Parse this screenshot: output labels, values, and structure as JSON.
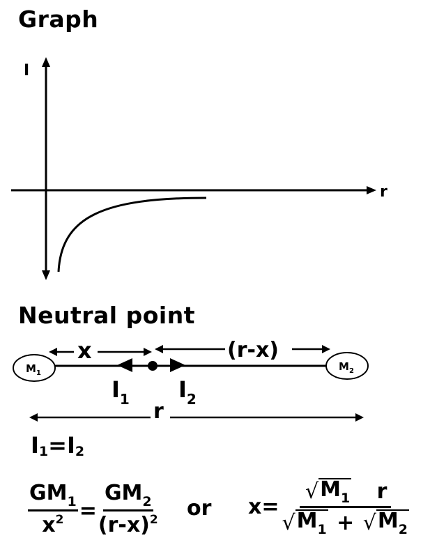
{
  "graph_section": {
    "heading": "Graph",
    "y_axis_label": "I",
    "x_axis_label": "r"
  },
  "neutral_section": {
    "heading": "Neutral point",
    "mass1_label": "M",
    "mass1_sub": "1",
    "mass2_label": "M",
    "mass2_sub": "2",
    "x_label": "x",
    "rx_label": "(r-x)",
    "i1_label": "I",
    "i1_sub": "1",
    "i2_label": "I",
    "i2_sub": "2",
    "r_label": "r"
  },
  "equations": {
    "equality": {
      "lhs": "I",
      "lhs_sub": "1",
      "eq": "=",
      "rhs": "I",
      "rhs_sub": "2"
    },
    "lhs_num": "GM",
    "lhs_num_sub": "1",
    "lhs_den": "x",
    "lhs_den_sup": "2",
    "eq_sign": "=",
    "rhs_num": "GM",
    "rhs_num_sub": "2",
    "rhs_den": "(r-x)",
    "rhs_den_sup": "2",
    "or_word": "or",
    "x_eq": "x=",
    "root_num_m": "M",
    "root_num_sub": "1",
    "root_num_r": "r",
    "root_den_m1": "M",
    "root_den_sub1": "1",
    "root_den_plus": "+",
    "root_den_m2": "M",
    "root_den_sub2": "2"
  }
}
